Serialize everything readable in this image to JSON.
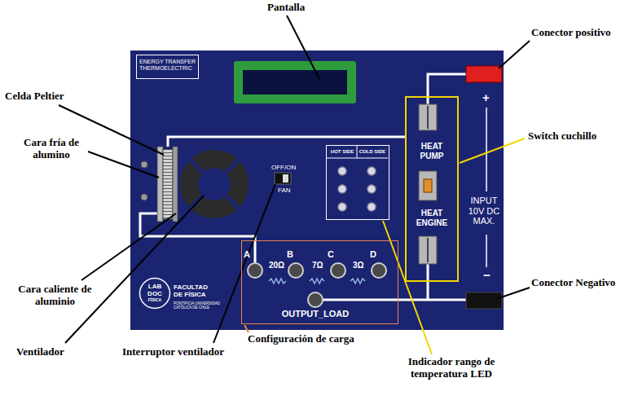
{
  "diagram": {
    "nodes": [
      {
        "text": [
          "ENERGY TRANSFER THERMOELECTRIC"
        ]
      },
      {
        "text": [
          "HEAT PUMP",
          "HEAT ENGINE"
        ]
      },
      {
        "text": [
          "HOT SIDE",
          "COLD SIDE"
        ]
      },
      {
        "text": [
          "A",
          "20Ω",
          "B",
          "7Ω",
          "C",
          "3Ω",
          "D",
          "OUTPUT_LOAD"
        ]
      },
      {
        "text": [
          "LAB DOC",
          "FÍSICA"
        ]
      }
    ],
    "labels": [
      "Pantalla",
      "Conector positivo",
      "Celda Peltier",
      "Switch cuchillo",
      "Cara fría de alumino",
      "OFF/ON",
      "FAN",
      "+",
      "INPUT 10V DC MAX.",
      "−",
      "Conector Negativo",
      "Cara caliente de aluminio",
      "FACULTAD DE FÍSICA",
      "PONTIFICIA UNIVERSIDAD CATÓLICA DE CHILE",
      "Configuración de carga",
      "Ventilador",
      "Interruptor ventilador",
      "Indicador rango de temperatura LED"
    ]
  }
}
